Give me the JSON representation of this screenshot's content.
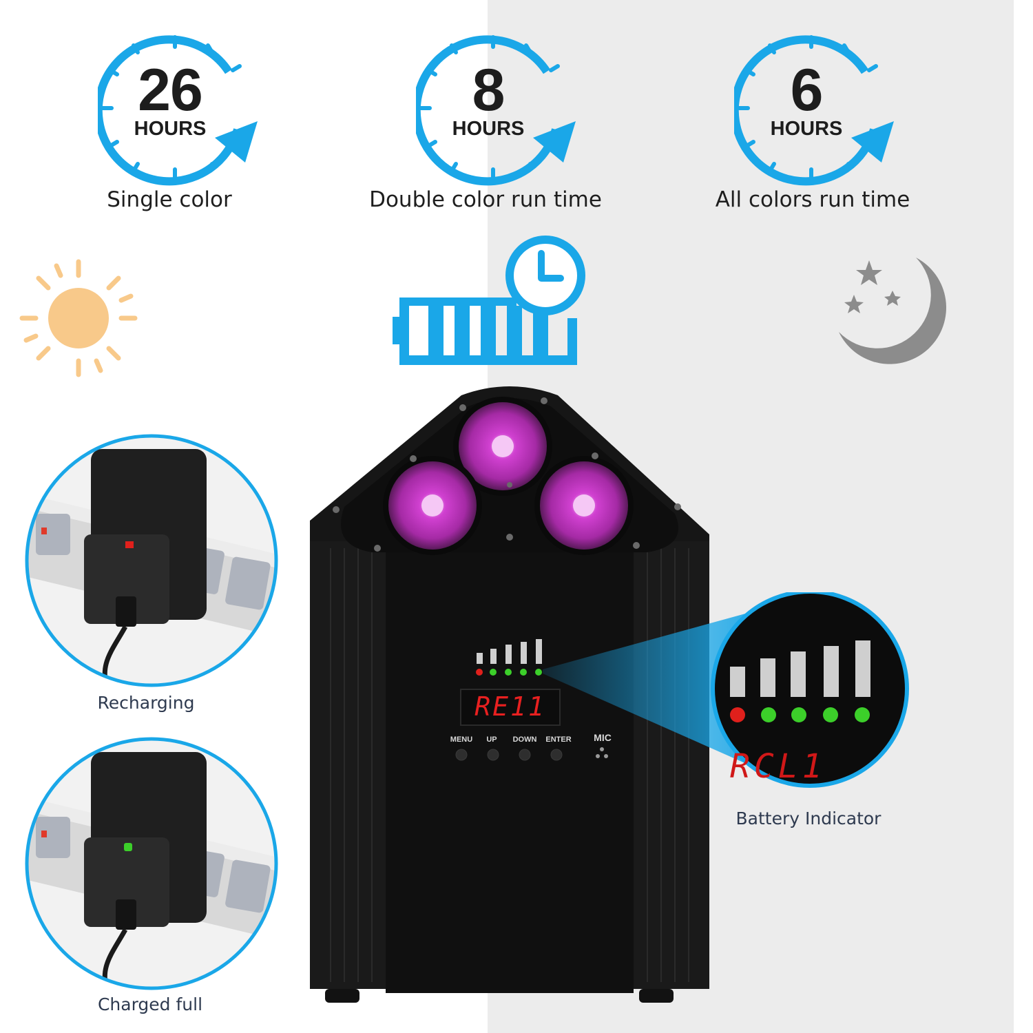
{
  "runtimes": [
    {
      "value": "26",
      "unit": "HOURS",
      "caption": "Single color"
    },
    {
      "value": "8",
      "unit": "HOURS",
      "caption": "Double color run time"
    },
    {
      "value": "6",
      "unit": "HOURS",
      "caption": "All colors run time"
    }
  ],
  "charging": {
    "recharging_label": "Recharging",
    "charged_label": "Charged full"
  },
  "control_panel": {
    "display_text": "RE11",
    "buttons": [
      "MENU",
      "UP",
      "DOWN",
      "ENTER"
    ],
    "mic_label": "MIC"
  },
  "battery_indicator": {
    "label": "Battery Indicator",
    "zoom_display_text": "RCL1"
  },
  "colors": {
    "accent_blue": "#1aa7e8",
    "sun": "#f8c98a",
    "moon": "#8c8c8c",
    "led_red": "#e0201c",
    "led_green": "#3ccf2a",
    "uv_purple": "#c436c4"
  },
  "icons": [
    "clock-arrow-icon",
    "sun-icon",
    "battery-clock-icon",
    "moon-stars-icon",
    "charger-red-led-icon",
    "charger-green-led-icon"
  ]
}
